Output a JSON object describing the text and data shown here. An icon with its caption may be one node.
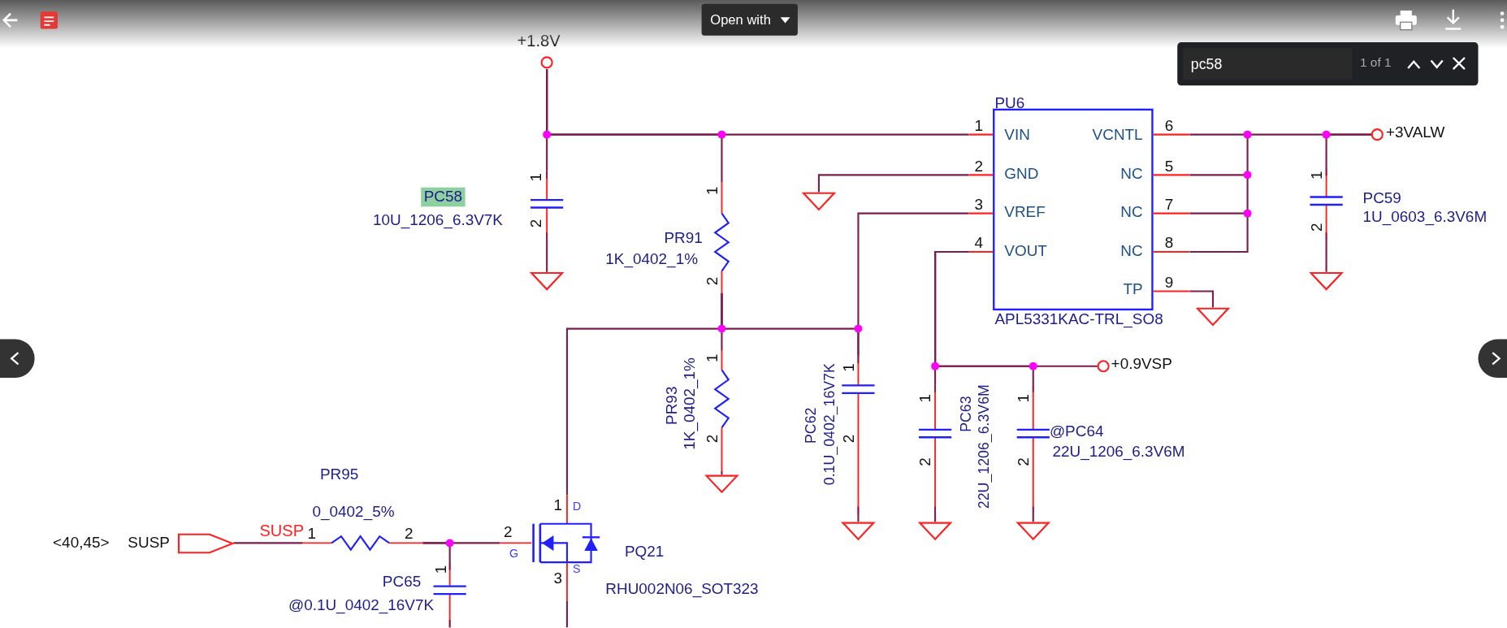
{
  "diagram": {
    "nodes": [
      {
        "text": [
          "+1.8V"
        ]
      },
      {
        "text": [
          "PC58",
          "10U_1206_6.3V7K",
          "1",
          "2"
        ]
      },
      {
        "text": [
          "PR91",
          "1K_0402_1%",
          "1",
          "2"
        ]
      },
      {
        "text": [
          "PU6",
          "VIN",
          "VCNTL",
          "GND",
          "NC",
          "VREF",
          "NC",
          "VOUT",
          "NC",
          "TP",
          "APL5331KAC-TRL_SO8",
          "1",
          "6",
          "2",
          "5",
          "3",
          "7",
          "4",
          "8",
          "9"
        ]
      },
      {
        "text": [
          "+3VALW"
        ]
      },
      {
        "text": [
          "PC59",
          "1U_0603_6.3V6M",
          "1",
          "2"
        ]
      },
      {
        "text": [
          "PR93",
          "1K_0402_1%",
          "1",
          "2"
        ]
      },
      {
        "text": [
          "PC62",
          "0.1U_0402_16V7K",
          "1",
          "2"
        ]
      },
      {
        "text": [
          "PC63",
          "22U_1206_6.3V6M",
          "1",
          "2"
        ]
      },
      {
        "text": [
          "@PC64",
          "22U_1206_6.3V6M",
          "1",
          "2"
        ]
      },
      {
        "text": [
          "+0.9VSP"
        ]
      },
      {
        "text": [
          "<40,45>",
          "SUSP"
        ]
      },
      {
        "text": [
          "PR95",
          "0_0402_5%",
          "1",
          "2"
        ]
      },
      {
        "text": [
          "PQ21",
          "RHU002N06_SOT323",
          "2",
          "G",
          "1",
          "D",
          "3",
          "S"
        ]
      },
      {
        "text": [
          "PC65",
          "@0.1U_0402_16V7K",
          "1"
        ]
      },
      {
        "text": [],
        "shape": "triangle"
      },
      {
        "text": [],
        "shape": "triangle"
      },
      {
        "text": [],
        "shape": "triangle"
      },
      {
        "text": [],
        "shape": "triangle"
      },
      {
        "text": [],
        "shape": "triangle"
      },
      {
        "text": [],
        "shape": "triangle"
      },
      {
        "text": [],
        "shape": "triangle"
      },
      {
        "text": [],
        "shape": "triangle"
      }
    ],
    "edges": [
      {
        "from": 0,
        "to": 1,
        "arrow": "none"
      },
      {
        "from": 0,
        "to": 2,
        "arrow": "none"
      },
      {
        "from": 0,
        "to": 3,
        "arrow": "none"
      },
      {
        "from": 1,
        "to": 15,
        "arrow": "none"
      },
      {
        "from": 3,
        "to": 17,
        "arrow": "none"
      },
      {
        "from": 2,
        "to": 6,
        "arrow": "none"
      },
      {
        "from": 3,
        "to": 7,
        "arrow": "none"
      },
      {
        "from": 2,
        "to": 7,
        "arrow": "none"
      },
      {
        "from": 13,
        "to": 2,
        "arrow": "none"
      },
      {
        "from": 6,
        "to": 16,
        "arrow": "none"
      },
      {
        "from": 7,
        "to": 18,
        "arrow": "none"
      },
      {
        "from": 3,
        "to": 8,
        "arrow": "none"
      },
      {
        "from": 3,
        "to": 9,
        "arrow": "none"
      },
      {
        "from": 3,
        "to": 10,
        "arrow": "none"
      },
      {
        "from": 8,
        "to": 19,
        "arrow": "none"
      },
      {
        "from": 9,
        "to": 20,
        "arrow": "none"
      },
      {
        "from": 3,
        "to": 4,
        "arrow": "none"
      },
      {
        "from": 4,
        "to": 5,
        "arrow": "none"
      },
      {
        "from": 5,
        "to": 22,
        "arrow": "none"
      },
      {
        "from": 3,
        "to": 21,
        "arrow": "none"
      },
      {
        "from": 11,
        "to": 12,
        "arrow": "none"
      },
      {
        "from": 12,
        "to": 13,
        "arrow": "none"
      },
      {
        "from": 12,
        "to": 14,
        "arrow": "none"
      },
      {
        "from": 13,
        "to": null,
        "arrow": "none"
      }
    ],
    "labels": [
      "Open with",
      "pc58",
      "1 of 1",
      "SUSP"
    ]
  }
}
